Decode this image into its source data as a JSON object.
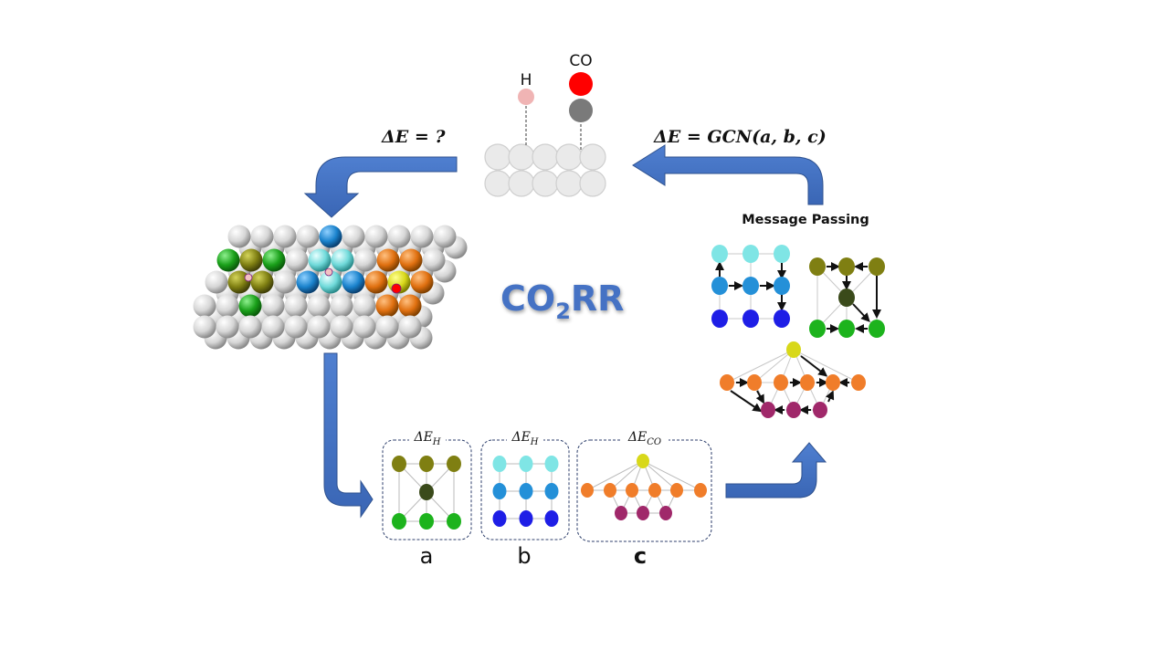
{
  "adsorbates": {
    "h_label": "H",
    "co_label": "CO"
  },
  "equations": {
    "left": "ΔE = ?",
    "right": "ΔE = GCN(a, b, c)"
  },
  "center_label": {
    "main": "CO",
    "sub": "2",
    "tail": "RR"
  },
  "message_passing_label": "Message Passing",
  "subgraphs": [
    {
      "energy": "ΔE",
      "energy_sub": "H",
      "label": "a"
    },
    {
      "energy": "ΔE",
      "energy_sub": "H",
      "label": "b"
    },
    {
      "energy": "ΔE",
      "energy_sub": "CO",
      "label": "c"
    }
  ],
  "colors": {
    "arrow": "#4472C4",
    "arrow_edge": "#2F528F",
    "olive": "#7F7F12",
    "dark_olive": "#3A4A1A",
    "green": "#1DB31D",
    "cyan": "#7FE5E5",
    "mid_blue": "#2490D8",
    "blue": "#1E1EE6",
    "orange": "#F07D2A",
    "yellow": "#D8D81A",
    "magenta": "#A0286A",
    "slab_grey": "#C8C8C8",
    "h_pink": "#F0B4B4",
    "co_red": "#FF0000",
    "co_grey": "#7A7A7A"
  }
}
